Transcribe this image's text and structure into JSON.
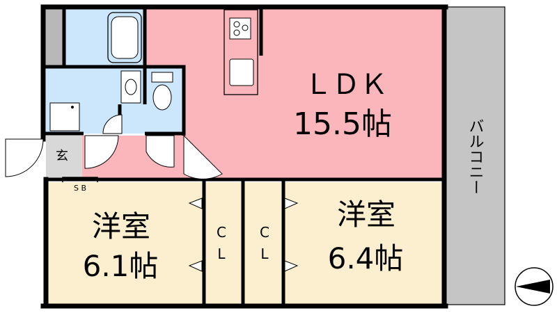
{
  "rooms": {
    "ldk": {
      "name": "ＬＤＫ",
      "size": "15.5帖"
    },
    "western_left": {
      "name": "洋室",
      "size": "6.1帖"
    },
    "western_right": {
      "name": "洋室",
      "size": "6.4帖"
    },
    "closet_left": {
      "label_top": "C",
      "label_bottom": "L"
    },
    "closet_right": {
      "label_top": "C",
      "label_bottom": "L"
    },
    "entrance": {
      "label": "玄"
    },
    "shoe_box": {
      "label": "S B"
    }
  },
  "balcony": {
    "label": "バルコニー"
  },
  "compass": {
    "icon": "north-arrow-icon"
  },
  "colors": {
    "ldk_fill": "#fbb6bc",
    "wet_area_fill": "#cce6fb",
    "western_fill": "#fcefd0",
    "balcony_fill": "#c5c5c5",
    "wall": "#000000",
    "door_fill": "#ffffff"
  }
}
